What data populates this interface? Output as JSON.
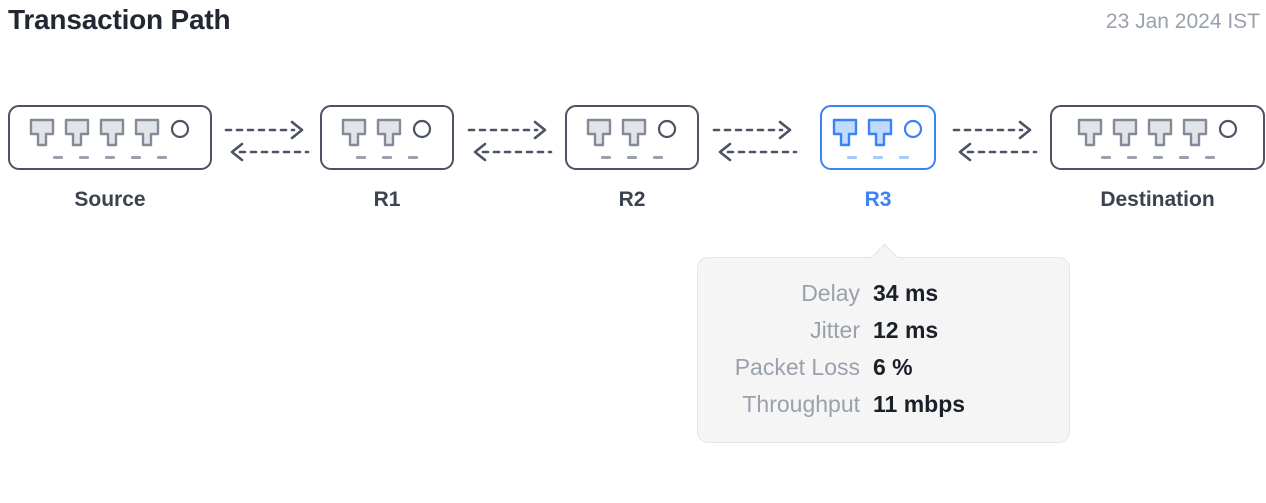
{
  "header": {
    "title": "Transaction Path",
    "timestamp": "23 Jan 2024 IST"
  },
  "colors": {
    "accent": "#3b82f6",
    "node_border": "#4b5364",
    "node_label": "#3b434f",
    "port_fill": "#e1e4e9",
    "port_stroke": "#848b97",
    "active_port_fill": "#bfdbfe",
    "muted_text": "#9aa1ac",
    "title_text": "#222831",
    "tooltip_bg": "#f5f5f6",
    "tooltip_border": "#e3e5e8"
  },
  "path": {
    "nodes": [
      {
        "id": "source",
        "label": "Source",
        "ports": 4,
        "leds": 5,
        "active": false,
        "icon": "network-switch-icon"
      },
      {
        "id": "r1",
        "label": "R1",
        "ports": 2,
        "leds": 3,
        "active": false,
        "icon": "router-icon"
      },
      {
        "id": "r2",
        "label": "R2",
        "ports": 2,
        "leds": 3,
        "active": false,
        "icon": "router-icon"
      },
      {
        "id": "r3",
        "label": "R3",
        "ports": 2,
        "leds": 3,
        "active": true,
        "icon": "router-icon"
      },
      {
        "id": "destination",
        "label": "Destination",
        "ports": 4,
        "leds": 5,
        "active": false,
        "icon": "network-switch-icon"
      }
    ],
    "links": [
      {
        "from": "source",
        "to": "r1",
        "forward_icon": "arrow-right-dashed-icon",
        "reverse_icon": "arrow-left-dashed-icon"
      },
      {
        "from": "r1",
        "to": "r2",
        "forward_icon": "arrow-right-dashed-icon",
        "reverse_icon": "arrow-left-dashed-icon"
      },
      {
        "from": "r2",
        "to": "r3",
        "forward_icon": "arrow-right-dashed-icon",
        "reverse_icon": "arrow-left-dashed-icon"
      },
      {
        "from": "r3",
        "to": "destination",
        "forward_icon": "arrow-right-dashed-icon",
        "reverse_icon": "arrow-left-dashed-icon"
      }
    ]
  },
  "tooltip": {
    "anchor_node": "r3",
    "metrics": [
      {
        "label": "Delay",
        "value": "34 ms"
      },
      {
        "label": "Jitter",
        "value": "12 ms"
      },
      {
        "label": "Packet Loss",
        "value": "6 %"
      },
      {
        "label": "Throughput",
        "value": "11 mbps"
      }
    ]
  }
}
